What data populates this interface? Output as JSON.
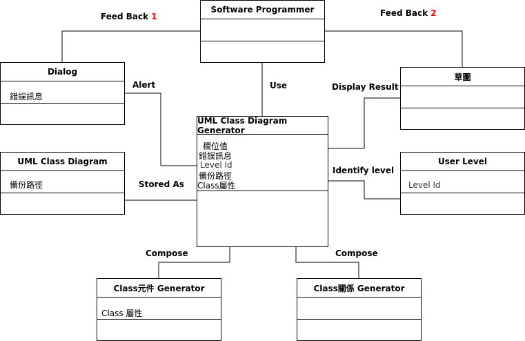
{
  "classes": {
    "software_programmer": {
      "title": "Software Programmer",
      "attrs": []
    },
    "dialog": {
      "title": "Dialog",
      "attrs": [
        "錯誤訊息"
      ]
    },
    "sketch": {
      "title": "草圖",
      "attrs": []
    },
    "uml_diagram": {
      "title": "UML Class Diagram",
      "attrs": [
        "備份路徑"
      ]
    },
    "generator": {
      "title": "UML Class Diagram Generator",
      "attrs": [
        "欄位值",
        "錯誤訊息",
        "Level Id",
        "備份路徑",
        "Class屬性"
      ]
    },
    "user_level": {
      "title": "User Level",
      "attrs": [
        "Level Id"
      ]
    },
    "class_component": {
      "title": "Class元件 Generator",
      "attrs": [
        "Class 屬性"
      ]
    },
    "class_relation": {
      "title": "Class關係 Generator",
      "attrs": []
    }
  },
  "labels": {
    "feedback1": {
      "text": "Feed Back",
      "num": "1"
    },
    "feedback2": {
      "text": "Feed Back",
      "num": "2"
    },
    "alert": "Alert",
    "use": "Use",
    "display_result": "Display Result",
    "stored_as": "Stored As",
    "identify_level": "Identify level",
    "compose_left": "Compose",
    "compose_right": "Compose"
  },
  "colors": {
    "line": "#000000",
    "accent_number": "#e60000"
  }
}
